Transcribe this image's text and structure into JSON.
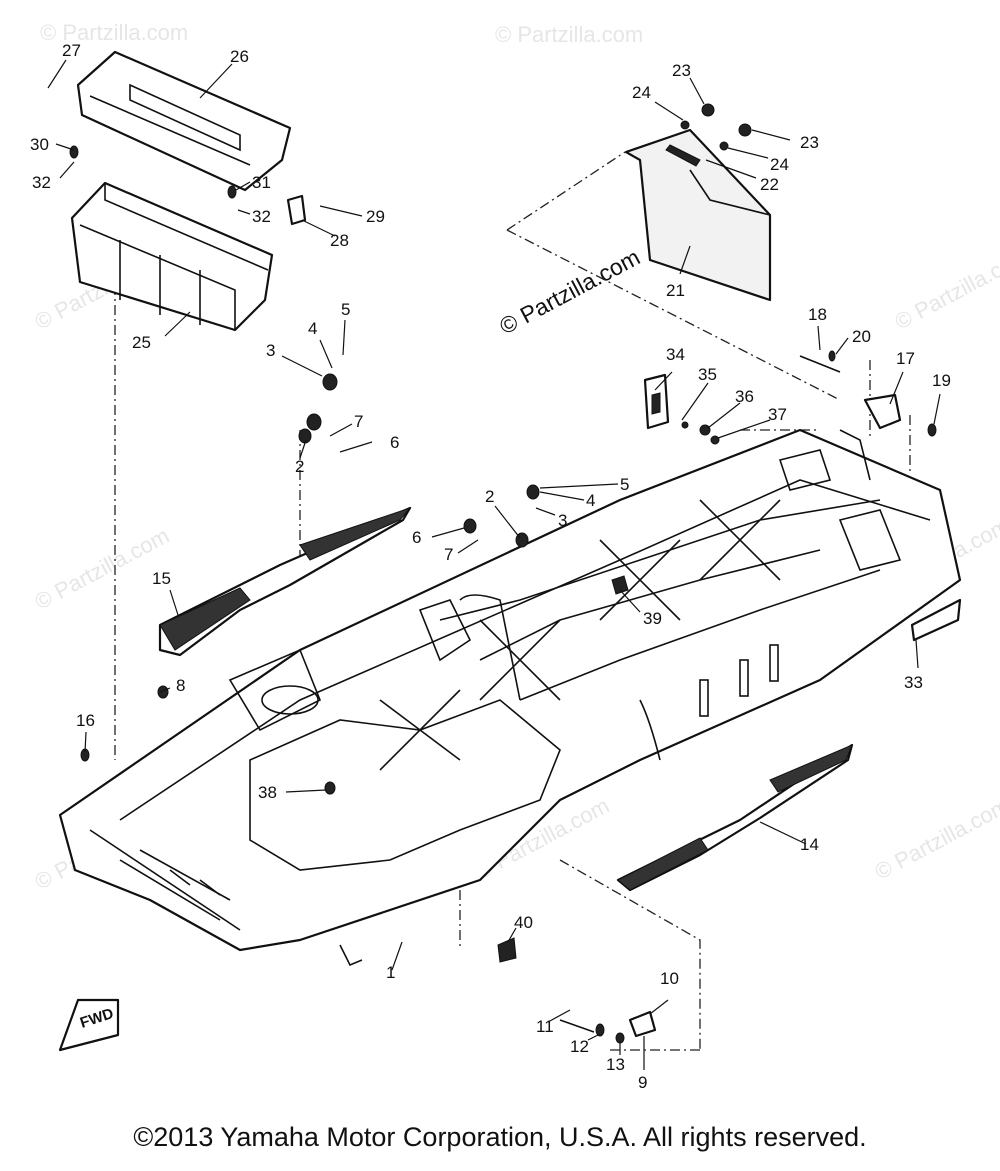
{
  "watermark": "© Partzilla.com",
  "fwd_label": "FWD",
  "copyright": "©2013 Yamaha Motor Corporation, U.S.A. All rights reserved.",
  "callouts": {
    "c1": "1",
    "c2a": "2",
    "c2b": "2",
    "c3a": "3",
    "c3b": "3",
    "c4a": "4",
    "c4b": "4",
    "c5a": "5",
    "c5b": "5",
    "c6a": "6",
    "c6b": "6",
    "c7a": "7",
    "c7b": "7",
    "c8": "8",
    "c9": "9",
    "c10": "10",
    "c11": "11",
    "c12": "12",
    "c13": "13",
    "c14": "14",
    "c15": "15",
    "c16": "16",
    "c17": "17",
    "c18": "18",
    "c19": "19",
    "c20": "20",
    "c21": "21",
    "c22": "22",
    "c23a": "23",
    "c23b": "23",
    "c24a": "24",
    "c24b": "24",
    "c25": "25",
    "c26": "26",
    "c27": "27",
    "c28": "28",
    "c29": "29",
    "c30": "30",
    "c31": "31",
    "c32a": "32",
    "c32b": "32",
    "c33": "33",
    "c34": "34",
    "c35": "35",
    "c36": "36",
    "c37": "37",
    "c38": "38",
    "c39": "39",
    "c40": "40"
  }
}
